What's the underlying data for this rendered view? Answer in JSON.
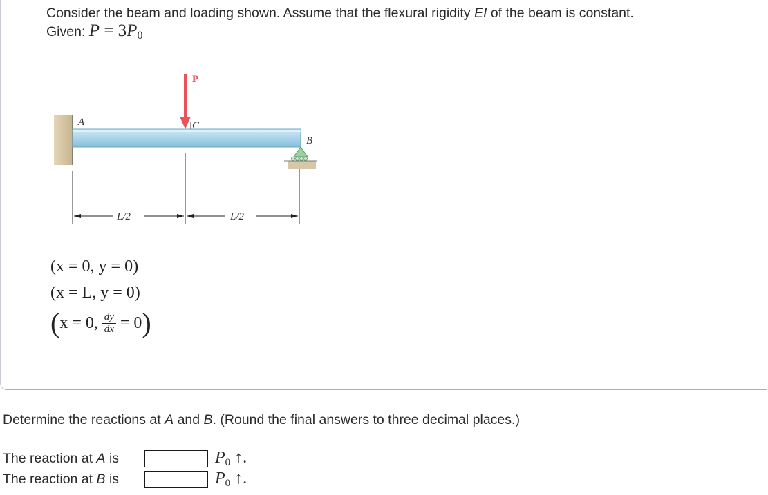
{
  "problem": {
    "statement": "Consider the beam and loading shown. Assume that the flexural rigidity",
    "statement_ei": "EI",
    "statement_end": "of the beam is constant.",
    "given_label": "Given:",
    "given_lhs": "P",
    "given_eq": "=",
    "given_coef": "3",
    "given_rhs": "P",
    "given_sub": "0"
  },
  "figure": {
    "load_label": "P",
    "label_a": "A",
    "label_c": "C",
    "label_b": "B",
    "dim_left": "L/2",
    "dim_right": "L/2",
    "colors": {
      "beam": "#a9d5ea",
      "load_arrow": "#e8545c",
      "wall": "#d8c8a8"
    }
  },
  "conditions": {
    "c1": "(x = 0,  y = 0)",
    "c2": "(x = L,  y = 0)",
    "c3_left": "x = 0,",
    "c3_num": "dy",
    "c3_den": "dx",
    "c3_right": "= 0"
  },
  "question": {
    "text_start": "Determine the reactions at",
    "a": "A",
    "and": "and",
    "b": "B",
    "text_end": ". (Round the final answers to three decimal places.)"
  },
  "answers": {
    "row_a_label_start": "The reaction at",
    "row_a_point": "A",
    "row_a_label_end": "is",
    "row_a_value": "",
    "row_b_label_start": "The reaction at",
    "row_b_point": "B",
    "row_b_label_end": "is",
    "row_b_value": "",
    "unit_p": "P",
    "unit_sub": "0",
    "unit_arrow": "↑",
    "unit_dot": "."
  }
}
